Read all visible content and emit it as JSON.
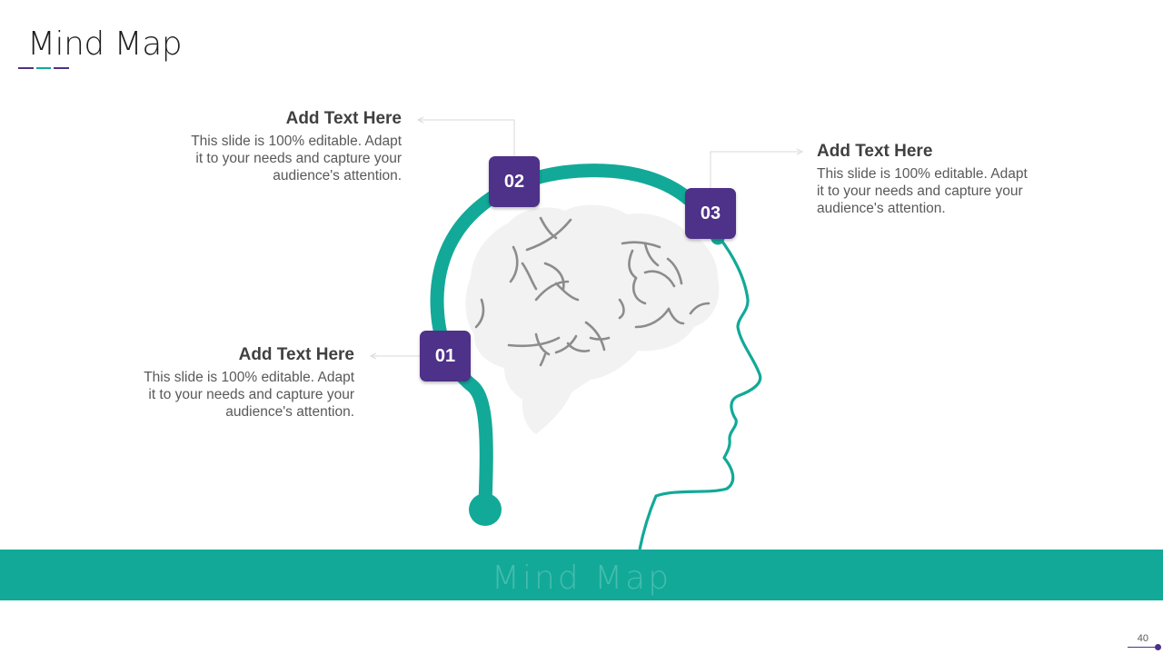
{
  "slide": {
    "title": "Mind Map",
    "footer_text": "Mind Map",
    "page_number": "40"
  },
  "colors": {
    "teal": "#12a998",
    "purple": "#4e3188",
    "brain": "#f2f2f2",
    "brain_lines": "#8c8c8c",
    "connector": "#d9d9d9",
    "title_accent_1": "#4e3188",
    "title_accent_2": "#12a998"
  },
  "items": [
    {
      "number": "01",
      "heading": "Add Text Here",
      "body_lines": [
        "This slide is 100% editable. Adapt",
        "it to your needs and capture your",
        "audience's attention."
      ]
    },
    {
      "number": "02",
      "heading": "Add Text Here",
      "body_lines": [
        "This slide is 100% editable. Adapt",
        "it to your needs and capture your",
        "audience's attention."
      ]
    },
    {
      "number": "03",
      "heading": "Add Text Here",
      "body_lines": [
        "This slide is 100% editable. Adapt",
        "it to your needs and capture your",
        "audience's attention."
      ]
    }
  ]
}
